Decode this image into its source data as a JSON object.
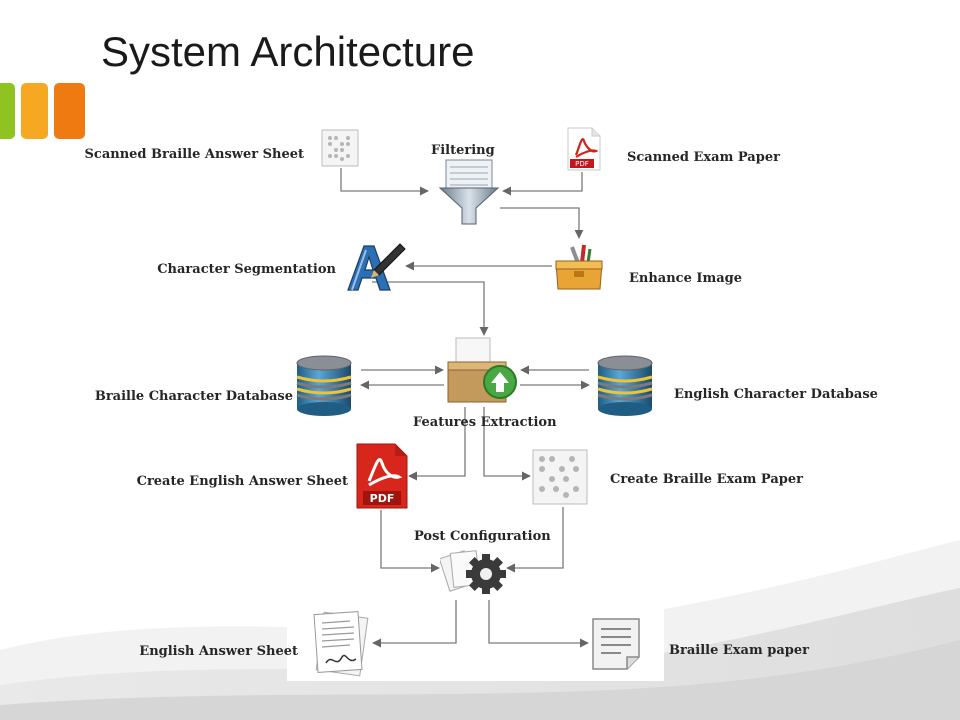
{
  "slide": {
    "title": "System Architecture",
    "accent_colors": [
      "#8fc31f",
      "#f7a823",
      "#f07a12"
    ]
  },
  "diagram": {
    "nodes": {
      "scanned_braille_answer_sheet": {
        "label": "Scanned Braille Answer Sheet",
        "icon": "braille-grid-icon"
      },
      "filtering": {
        "label": "Filtering",
        "icon": "funnel-filter-icon"
      },
      "scanned_exam_paper": {
        "label": "Scanned Exam Paper",
        "icon": "pdf-icon"
      },
      "character_segmentation": {
        "label": "Character Segmentation",
        "icon": "pen-letter-a-icon"
      },
      "enhance_image": {
        "label": "Enhance Image",
        "icon": "toolbox-icon"
      },
      "braille_character_database": {
        "label": "Braille Character Database",
        "icon": "database-icon"
      },
      "features_extraction": {
        "label": "Features Extraction",
        "icon": "box-upload-icon"
      },
      "english_character_database": {
        "label": "English Character Database",
        "icon": "database-icon"
      },
      "create_english_answer_sheet": {
        "label": "Create English Answer Sheet",
        "icon": "pdf-icon"
      },
      "create_braille_exam_paper": {
        "label": "Create Braille Exam Paper",
        "icon": "braille-grid-icon"
      },
      "post_configuration": {
        "label": "Post Configuration",
        "icon": "gear-documents-icon"
      },
      "english_answer_sheet": {
        "label": "English Answer Sheet",
        "icon": "signed-documents-icon"
      },
      "braille_exam_paper": {
        "label": "Braille Exam paper",
        "icon": "text-document-icon"
      }
    },
    "edges": [
      {
        "from": "scanned_braille_answer_sheet",
        "to": "filtering"
      },
      {
        "from": "scanned_exam_paper",
        "to": "filtering"
      },
      {
        "from": "filtering",
        "to": "enhance_image"
      },
      {
        "from": "enhance_image",
        "to": "character_segmentation"
      },
      {
        "from": "character_segmentation",
        "to": "features_extraction"
      },
      {
        "from": "features_extraction",
        "to": "braille_character_database"
      },
      {
        "from": "braille_character_database",
        "to": "features_extraction"
      },
      {
        "from": "features_extraction",
        "to": "english_character_database"
      },
      {
        "from": "english_character_database",
        "to": "features_extraction"
      },
      {
        "from": "features_extraction",
        "to": "create_english_answer_sheet"
      },
      {
        "from": "features_extraction",
        "to": "create_braille_exam_paper"
      },
      {
        "from": "create_english_answer_sheet",
        "to": "post_configuration"
      },
      {
        "from": "create_braille_exam_paper",
        "to": "post_configuration"
      },
      {
        "from": "post_configuration",
        "to": "english_answer_sheet"
      },
      {
        "from": "post_configuration",
        "to": "braille_exam_paper"
      }
    ]
  }
}
